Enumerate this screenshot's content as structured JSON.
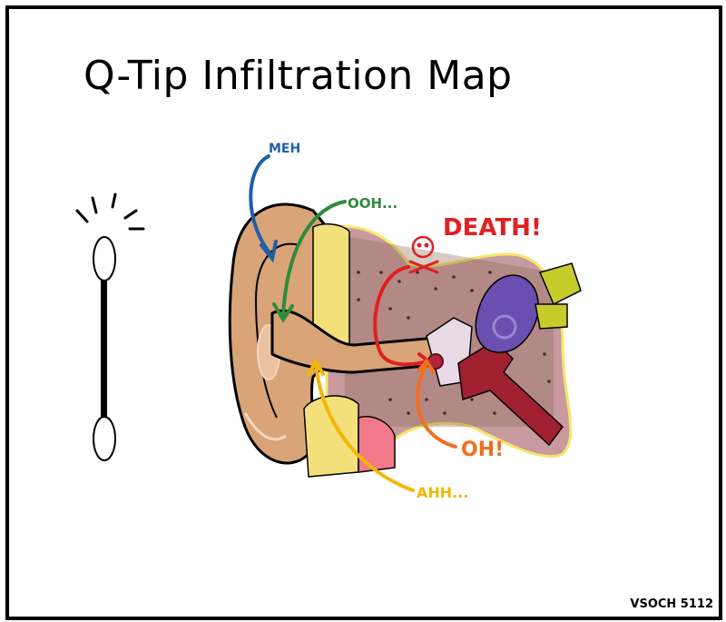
{
  "title": "Q-Tip Infiltration Map",
  "signature": "VSOCH 5112",
  "labels": {
    "meh": "MEH",
    "ooh": "OOH...",
    "death": "DEATH!",
    "oh": "OH!",
    "ahh": "AHH..."
  },
  "colors": {
    "meh": "#1f5fa8",
    "ooh": "#2e8b3a",
    "death": "#e02020",
    "oh": "#f07020",
    "ahh": "#f2b705",
    "skin": "#d9a477",
    "tissue": "#c89aa0",
    "bone_dots": "#4a2a1a",
    "inner_ear": "#6a4fb0"
  },
  "icons": [
    "q-tip-icon",
    "skull-icon"
  ]
}
